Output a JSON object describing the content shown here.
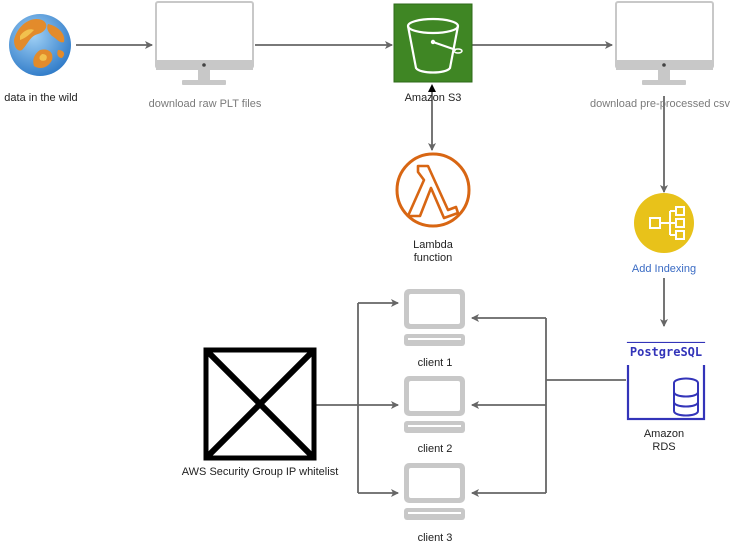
{
  "nodes": {
    "wild": {
      "label": "data in the wild",
      "icon": "globe-icon"
    },
    "download_raw": {
      "label": "download raw PLT files",
      "icon": "monitor-icon"
    },
    "s3": {
      "label": "Amazon S3",
      "icon": "s3-bucket-icon",
      "color": "#3f8624"
    },
    "download_csv": {
      "label": "download pre-processed csv",
      "icon": "monitor-icon"
    },
    "lambda": {
      "label_line1": "Lambda",
      "label_line2": "function",
      "icon": "lambda-icon",
      "color": "#d86613"
    },
    "indexing": {
      "label": "Add Indexing",
      "icon": "hierarchy-icon",
      "color": "#e8c21a"
    },
    "rds": {
      "badge": "PostgreSQL",
      "label_line1": "Amazon",
      "label_line2": "RDS",
      "icon": "database-icon",
      "color": "#3334b9"
    },
    "security_group": {
      "label": "AWS Security Group IP whitelist",
      "icon": "broken-image-icon"
    },
    "clients": [
      {
        "label": "client 1",
        "icon": "laptop-icon"
      },
      {
        "label": "client 2",
        "icon": "laptop-icon"
      },
      {
        "label": "client 3",
        "icon": "laptop-icon"
      }
    ]
  },
  "colors": {
    "arrow": "#666666",
    "device": "#c8c8c8"
  }
}
